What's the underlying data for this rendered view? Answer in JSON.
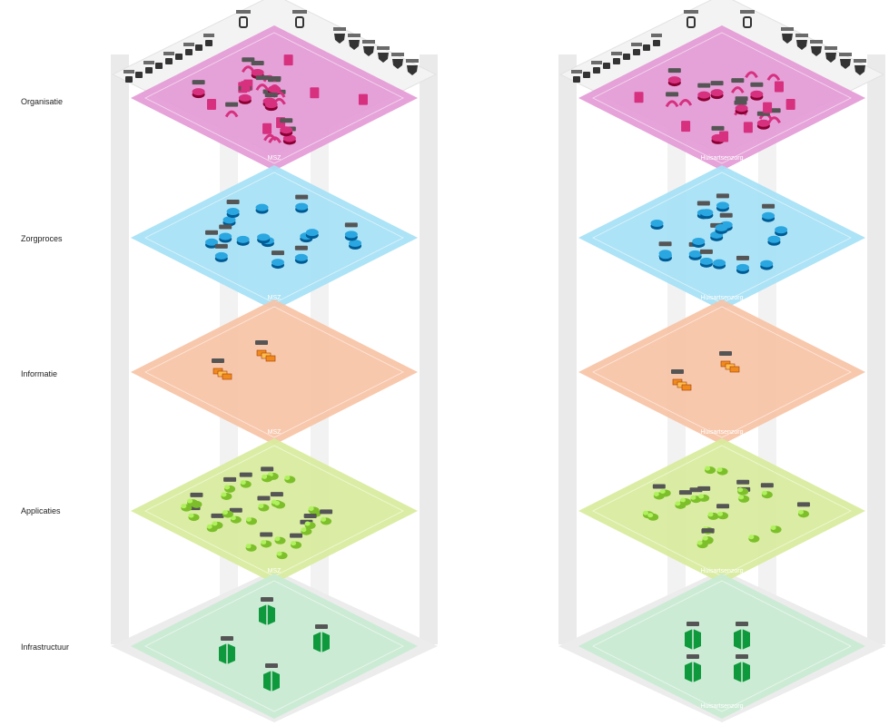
{
  "layer_labels": [
    "Organisatie",
    "Zorgproces",
    "Informatie",
    "Applicaties",
    "Infrastructuur"
  ],
  "towers": [
    {
      "name": "MSZ",
      "plane_labels": [
        "MSZ",
        "MSZ",
        "MSZ",
        "MSZ",
        ""
      ]
    },
    {
      "name": "Huisartsenzorg",
      "plane_labels": [
        "Huisartsenzorg",
        "Huisartsenzorg",
        "Huisartsenzorg",
        "Huisartsenzorg",
        "Huisartsenzorg"
      ]
    }
  ],
  "colors": {
    "organisatie": "#e49bd6",
    "zorgproces": "#a6e1f5",
    "informatie": "#f7c3a6",
    "applicaties": "#d8ec9c",
    "infrastructuur": "#c9ead3",
    "organisatie_icon": "#d6307f",
    "zorgproces_icon": "#2aa7e0",
    "informatie_icon": "#f08a1c",
    "applicaties_icon": "#7cbf2a",
    "infrastructuur_icon": "#0e9a3c",
    "frame": "#e6e6e6"
  }
}
